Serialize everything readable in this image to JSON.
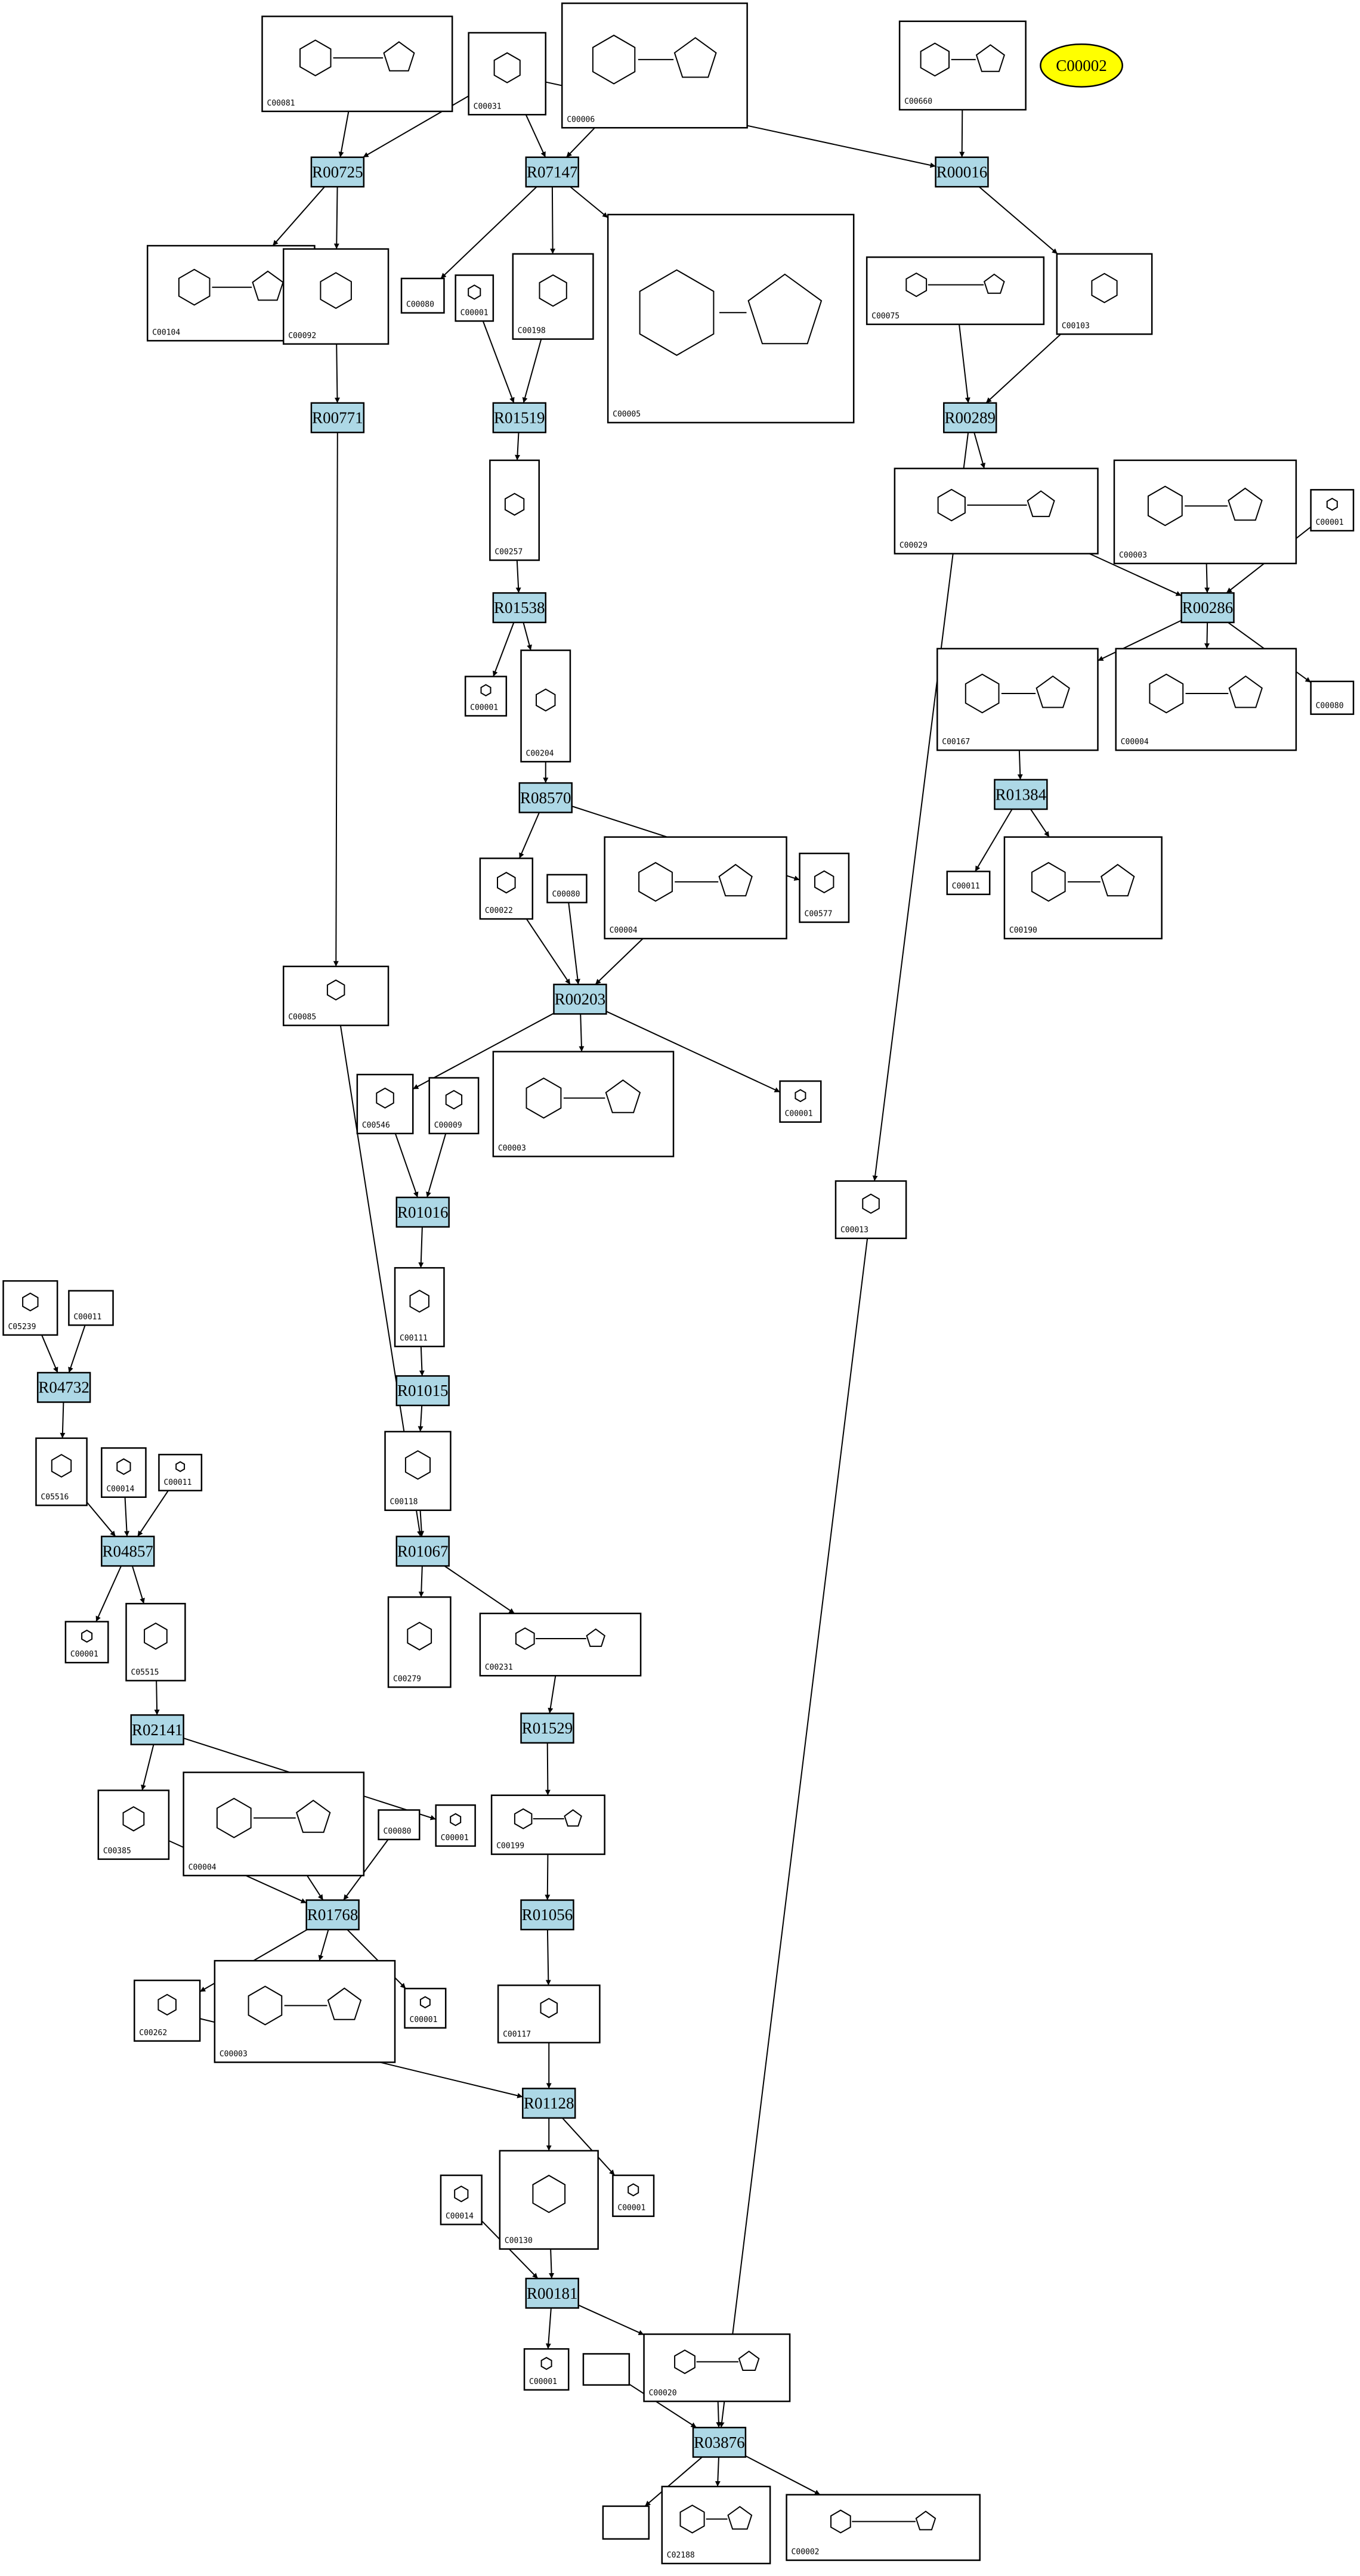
{
  "colors": {
    "reaction_fill": "#add8e6",
    "highlight_fill": "#ffff00",
    "line": "#000000"
  },
  "highlight": {
    "c5": {
      "id": "C00002"
    }
  },
  "reactions": {
    "r1": {
      "id": "R00725"
    },
    "r2": {
      "id": "R07147"
    },
    "r3": {
      "id": "R00016"
    },
    "r4": {
      "id": "R00771"
    },
    "r5": {
      "id": "R01519"
    },
    "r6": {
      "id": "R00289"
    },
    "r7": {
      "id": "R01538"
    },
    "r8": {
      "id": "R00286"
    },
    "r9": {
      "id": "R08570"
    },
    "r10": {
      "id": "R01384"
    },
    "r11": {
      "id": "R00203"
    },
    "r12": {
      "id": "R01016"
    },
    "r13": {
      "id": "R04732"
    },
    "r14": {
      "id": "R01015"
    },
    "r15": {
      "id": "R04857"
    },
    "r16": {
      "id": "R01067"
    },
    "r17": {
      "id": "R02141"
    },
    "r18": {
      "id": "R01529"
    },
    "r19": {
      "id": "R01768"
    },
    "r20": {
      "id": "R01056"
    },
    "r21": {
      "id": "R01128"
    },
    "r22": {
      "id": "R00181"
    },
    "r23": {
      "id": "R03876"
    }
  },
  "compounds": {
    "c1": {
      "id": "C00081"
    },
    "c2": {
      "id": "C00031"
    },
    "c3": {
      "id": "C00006"
    },
    "c4": {
      "id": "C00660"
    },
    "c6": {
      "id": "C00104"
    },
    "c7": {
      "id": "C00092"
    },
    "c8": {
      "id": "C00080"
    },
    "c9": {
      "id": "C00001"
    },
    "c10": {
      "id": "C00198"
    },
    "c11": {
      "id": "C00005"
    },
    "c12": {
      "id": "C00075"
    },
    "c13": {
      "id": "C00103"
    },
    "c14": {
      "id": "C00257"
    },
    "c15": {
      "id": "C00029"
    },
    "c16": {
      "id": "C00003"
    },
    "c17": {
      "id": "C00001"
    },
    "c18": {
      "id": "C00001"
    },
    "c19": {
      "id": "C00204"
    },
    "c20": {
      "id": "C00167"
    },
    "c21": {
      "id": "C00004"
    },
    "c22": {
      "id": "C00080"
    },
    "c23": {
      "id": "C00022"
    },
    "c24": {
      "id": "C00080"
    },
    "c25": {
      "id": "C00004"
    },
    "c26": {
      "id": "C00577"
    },
    "c27": {
      "id": "C00011"
    },
    "c28": {
      "id": "C00190"
    },
    "c29": {
      "id": "C00085"
    },
    "c30": {
      "id": "C00546"
    },
    "c31": {
      "id": "C00009"
    },
    "c32": {
      "id": "C00003"
    },
    "c33": {
      "id": "C00001"
    },
    "c34": {
      "id": "C00013"
    },
    "c35": {
      "id": "C00111"
    },
    "c36": {
      "id": "C05239"
    },
    "c37": {
      "id": "C00011"
    },
    "c38": {
      "id": "C05516"
    },
    "c39": {
      "id": "C00014"
    },
    "c40": {
      "id": "C00011"
    },
    "c41": {
      "id": "C00118"
    },
    "c42": {
      "id": "C00001"
    },
    "c43": {
      "id": "C05515"
    },
    "c44": {
      "id": "C00279"
    },
    "c45": {
      "id": "C00231"
    },
    "c46": {
      "id": "C00385"
    },
    "c47": {
      "id": "C00004"
    },
    "c48": {
      "id": "C00080"
    },
    "c49": {
      "id": "C00001"
    },
    "c50": {
      "id": "C00199"
    },
    "c51": {
      "id": "C00262"
    },
    "c52": {
      "id": "C00003"
    },
    "c53": {
      "id": "C00001"
    },
    "c54": {
      "id": "C00117"
    },
    "c55": {
      "id": "C00001"
    },
    "c56": {
      "id": "C00130"
    },
    "c57": {
      "id": "C00014"
    },
    "c58": {
      "id": "C00001"
    },
    "c59": {
      "id": ""
    },
    "c60": {
      "id": "C00020"
    },
    "c61": {
      "id": ""
    },
    "c62": {
      "id": "C02188"
    },
    "c63": {
      "id": "C00002"
    }
  },
  "edges": [
    [
      "c1",
      "r1"
    ],
    [
      "c2",
      "r1"
    ],
    [
      "c2",
      "r2"
    ],
    [
      "c3",
      "r2"
    ],
    [
      "c2",
      "r3"
    ],
    [
      "c4",
      "r3"
    ],
    [
      "r1",
      "c6"
    ],
    [
      "r1",
      "c7"
    ],
    [
      "r2",
      "c8"
    ],
    [
      "r2",
      "c10"
    ],
    [
      "r2",
      "c11"
    ],
    [
      "r3",
      "c13"
    ],
    [
      "c7",
      "r4"
    ],
    [
      "c9",
      "r5"
    ],
    [
      "c10",
      "r5"
    ],
    [
      "c12",
      "r6"
    ],
    [
      "c13",
      "r6"
    ],
    [
      "r4",
      "c29"
    ],
    [
      "r5",
      "c14"
    ],
    [
      "r6",
      "c15"
    ],
    [
      "r6",
      "c34"
    ],
    [
      "c14",
      "r7"
    ],
    [
      "c15",
      "r8"
    ],
    [
      "c16",
      "r8"
    ],
    [
      "c17",
      "r8"
    ],
    [
      "r7",
      "c18"
    ],
    [
      "r7",
      "c19"
    ],
    [
      "r8",
      "c20"
    ],
    [
      "r8",
      "c21"
    ],
    [
      "r8",
      "c22"
    ],
    [
      "c19",
      "r9"
    ],
    [
      "c20",
      "r10"
    ],
    [
      "r9",
      "c23"
    ],
    [
      "r9",
      "c26"
    ],
    [
      "r10",
      "c27"
    ],
    [
      "r10",
      "c28"
    ],
    [
      "c23",
      "r11"
    ],
    [
      "c24",
      "r11"
    ],
    [
      "c25",
      "r11"
    ],
    [
      "r11",
      "c30"
    ],
    [
      "r11",
      "c32"
    ],
    [
      "r11",
      "c33"
    ],
    [
      "c30",
      "r12"
    ],
    [
      "c31",
      "r12"
    ],
    [
      "r12",
      "c35"
    ],
    [
      "c35",
      "r14"
    ],
    [
      "r14",
      "c41"
    ],
    [
      "c41",
      "r16"
    ],
    [
      "c29",
      "r16"
    ],
    [
      "c36",
      "r13"
    ],
    [
      "c37",
      "r13"
    ],
    [
      "r13",
      "c38"
    ],
    [
      "c38",
      "r15"
    ],
    [
      "c39",
      "r15"
    ],
    [
      "c40",
      "r15"
    ],
    [
      "r15",
      "c42"
    ],
    [
      "r15",
      "c43"
    ],
    [
      "c43",
      "r17"
    ],
    [
      "r16",
      "c44"
    ],
    [
      "r16",
      "c45"
    ],
    [
      "c45",
      "r18"
    ],
    [
      "r18",
      "c50"
    ],
    [
      "c50",
      "r20"
    ],
    [
      "r20",
      "c54"
    ],
    [
      "c54",
      "r21"
    ],
    [
      "r17",
      "c46"
    ],
    [
      "r17",
      "c49"
    ],
    [
      "c46",
      "r19"
    ],
    [
      "c47",
      "r19"
    ],
    [
      "c48",
      "r19"
    ],
    [
      "r19",
      "c51"
    ],
    [
      "r19",
      "c52"
    ],
    [
      "r19",
      "c53"
    ],
    [
      "c51",
      "r21"
    ],
    [
      "r21",
      "c55"
    ],
    [
      "r21",
      "c56"
    ],
    [
      "c56",
      "r22"
    ],
    [
      "c57",
      "r22"
    ],
    [
      "r22",
      "c58"
    ],
    [
      "r22",
      "c60"
    ],
    [
      "c59",
      "r23"
    ],
    [
      "c60",
      "r23"
    ],
    [
      "c34",
      "r23"
    ],
    [
      "r23",
      "c61"
    ],
    [
      "r23",
      "c62"
    ],
    [
      "r23",
      "c63"
    ]
  ]
}
